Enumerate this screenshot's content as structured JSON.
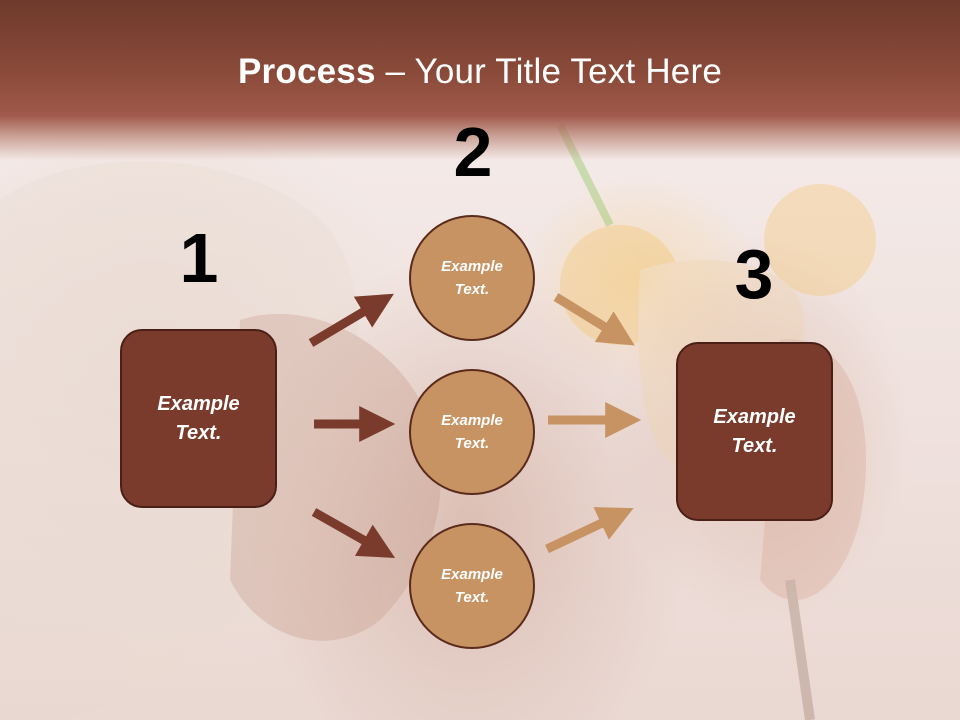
{
  "title": {
    "strong": "Process",
    "rest": " – Your Title Text Here"
  },
  "steps": {
    "one": "1",
    "two": "2",
    "three": "3"
  },
  "boxes": {
    "left": "Example Text.",
    "right": "Example Text."
  },
  "circles": [
    "Example Text.",
    "Example Text.",
    "Example Text."
  ],
  "colors": {
    "title_band": "#8a4a39",
    "box_fill": "#7a3b2c",
    "circle_fill": "#c89363",
    "arrow_dark": "#7a3b2c",
    "arrow_light": "#c89363"
  }
}
